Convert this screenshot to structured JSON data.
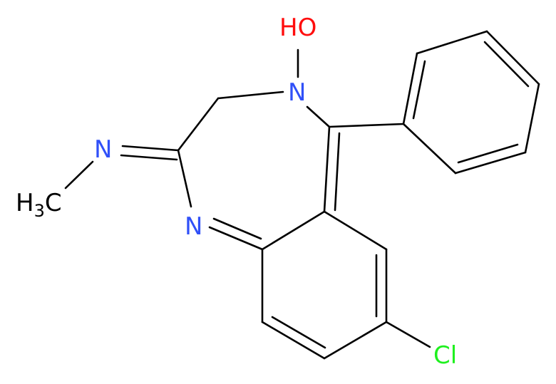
{
  "molecule": {
    "atoms": [
      {
        "id": "oh",
        "text": "HO",
        "color": "#ff0d0d"
      },
      {
        "id": "n4",
        "text": "N",
        "color": "#3050f8"
      },
      {
        "id": "n-imine",
        "text": "N",
        "color": "#3050f8"
      },
      {
        "id": "n1",
        "text": "N",
        "color": "#3050f8"
      },
      {
        "id": "cl",
        "text": "Cl",
        "color": "#1ff01f"
      },
      {
        "id": "methyl",
        "text": "H",
        "subscript": "3",
        "suffix": "C",
        "color": "#000000"
      }
    ]
  }
}
